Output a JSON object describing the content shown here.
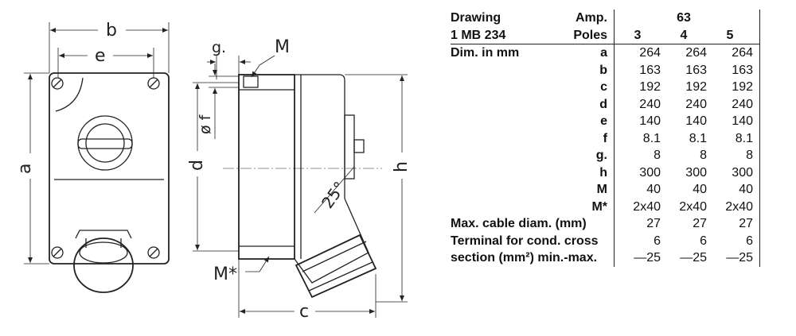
{
  "drawing": {
    "labels": {
      "b": "b",
      "e": "e",
      "a": "a",
      "g": "g.",
      "M": "M",
      "f": "ø f",
      "d": "d",
      "h": "h",
      "angle": "25°",
      "Mstar": "M*",
      "c": "c"
    }
  },
  "table": {
    "header": {
      "drawing_label": "Drawing",
      "amp_label": "Amp.",
      "amp_value": "63",
      "model": "1 MB 234",
      "poles_label": "Poles",
      "poles": [
        "3",
        "4",
        "5"
      ]
    },
    "dim_label": "Dim. in mm",
    "rows": [
      {
        "label": "a",
        "values": [
          "264",
          "264",
          "264"
        ]
      },
      {
        "label": "b",
        "values": [
          "163",
          "163",
          "163"
        ]
      },
      {
        "label": "c",
        "values": [
          "192",
          "192",
          "192"
        ]
      },
      {
        "label": "d",
        "values": [
          "240",
          "240",
          "240"
        ]
      },
      {
        "label": "e",
        "values": [
          "140",
          "140",
          "140"
        ]
      },
      {
        "label": "f",
        "values": [
          "8.1",
          "8.1",
          "8.1"
        ]
      },
      {
        "label": "g.",
        "values": [
          "8",
          "8",
          "8"
        ]
      },
      {
        "label": "h",
        "values": [
          "300",
          "300",
          "300"
        ]
      },
      {
        "label": "M",
        "values": [
          "40",
          "40",
          "40"
        ]
      },
      {
        "label": "M*",
        "values": [
          "2x40",
          "2x40",
          "2x40"
        ]
      }
    ],
    "cable_label": "Max. cable diam. (mm)",
    "cable_values": [
      "27",
      "27",
      "27"
    ],
    "terminal_label1": "Terminal for cond. cross",
    "terminal_values1": [
      "6",
      "6",
      "6"
    ],
    "terminal_label2": "section (mm²) min.-max.",
    "terminal_values2": [
      "—25",
      "—25",
      "—25"
    ]
  }
}
